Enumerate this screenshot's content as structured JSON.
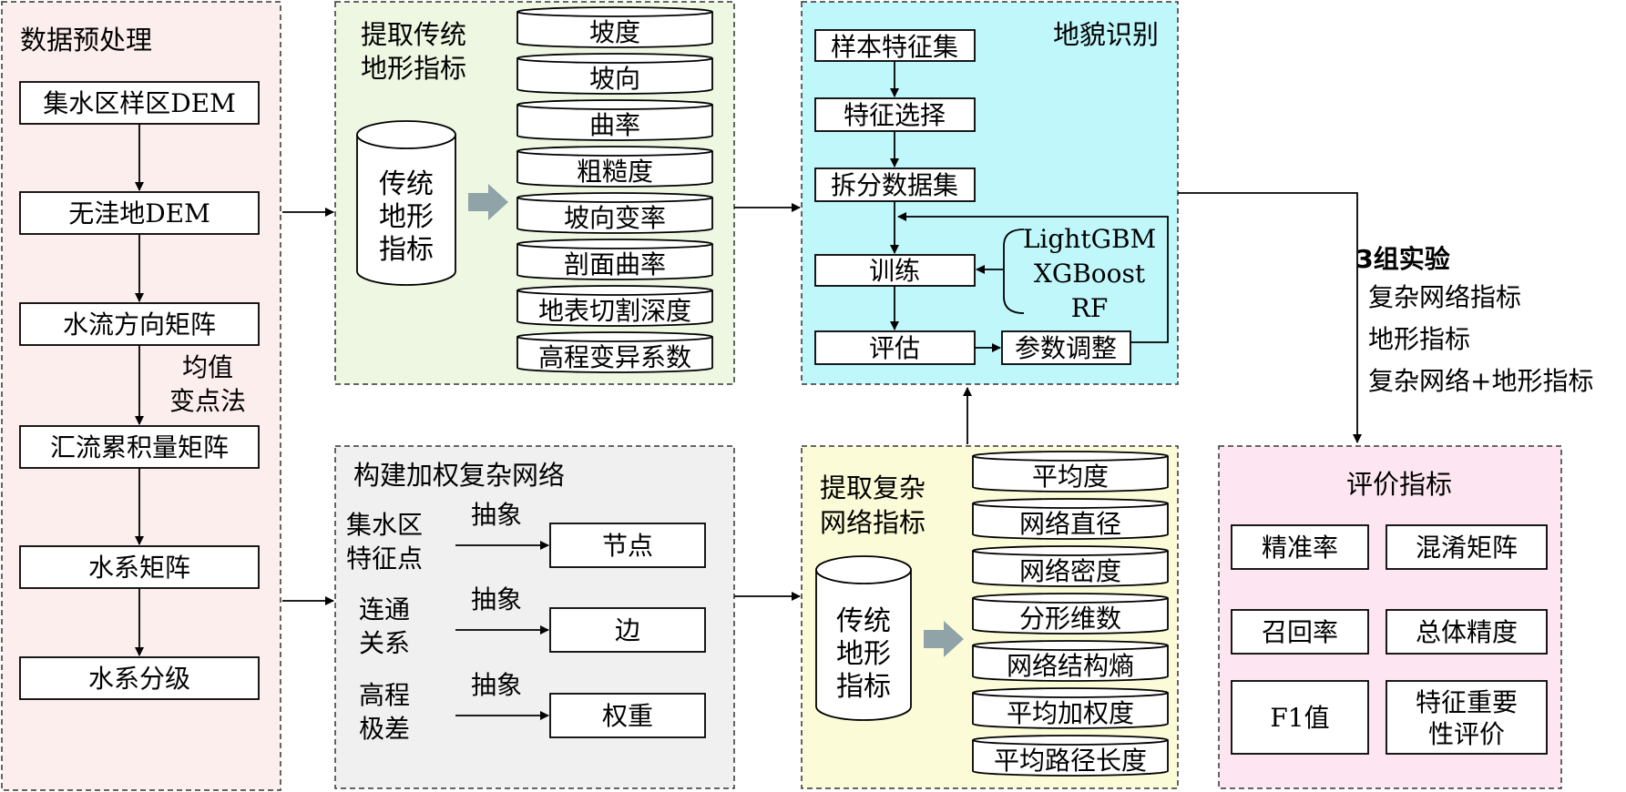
{
  "colors": {
    "preprocess_bg": "#fdeeee",
    "traditional_bg": "#eef7e2",
    "landform_bg": "#bff7fb",
    "network_bg": "#f0f0f0",
    "network_metrics_bg": "#fbfbd8",
    "evaluation_bg": "#fde6f1",
    "fat_arrow": "#90a3a8"
  },
  "icons": {
    "cylinder": "database-cylinder-icon",
    "fat_arrow": "block-arrow-right-icon"
  },
  "preprocess": {
    "title": "数据预处理",
    "steps": [
      "集水区样区DEM",
      "无洼地DEM",
      "水流方向矩阵",
      "汇流累积量矩阵",
      "水系矩阵",
      "水系分级"
    ],
    "method_label_line1": "均值",
    "method_label_line2": "变点法"
  },
  "traditional": {
    "title_line1": "提取传统",
    "title_line2": "地形指标",
    "cylinder_line1": "传统",
    "cylinder_line2": "地形",
    "cylinder_line3": "指标",
    "metrics": [
      "坡度",
      "坡向",
      "曲率",
      "粗糙度",
      "坡向变率",
      "剖面曲率",
      "地表切割深度",
      "高程变异系数"
    ]
  },
  "landform": {
    "title": "地貌识别",
    "steps": [
      "样本特征集",
      "特征选择",
      "拆分数据集",
      "训练",
      "评估",
      "参数调整"
    ],
    "models": [
      "LightGBM",
      "XGBoost",
      "RF"
    ]
  },
  "network": {
    "title": "构建加权复杂网络",
    "abstraction_label": "抽象",
    "rows": [
      {
        "source_line1": "集水区",
        "source_line2": "特征点",
        "target": "节点"
      },
      {
        "source_line1": "连通",
        "source_line2": "关系",
        "target": "边"
      },
      {
        "source_line1": "高程",
        "source_line2": "极差",
        "target": "权重"
      }
    ]
  },
  "network_metrics": {
    "title_line1": "提取复杂",
    "title_line2": "网络指标",
    "cylinder_line1": "传统",
    "cylinder_line2": "地形",
    "cylinder_line3": "指标",
    "metrics": [
      "平均度",
      "网络直径",
      "网络密度",
      "分形维数",
      "网络结构熵",
      "平均加权度",
      "平均路径长度"
    ]
  },
  "experiments": {
    "title": "3组实验",
    "groups": [
      "复杂网络指标",
      "地形指标",
      "复杂网络+地形指标"
    ]
  },
  "evaluation": {
    "title": "评价指标",
    "metrics": [
      "精准率",
      "混淆矩阵",
      "召回率",
      "总体精度",
      "F1值"
    ],
    "feature_importance_line1": "特征重要",
    "feature_importance_line2": "性评价"
  }
}
